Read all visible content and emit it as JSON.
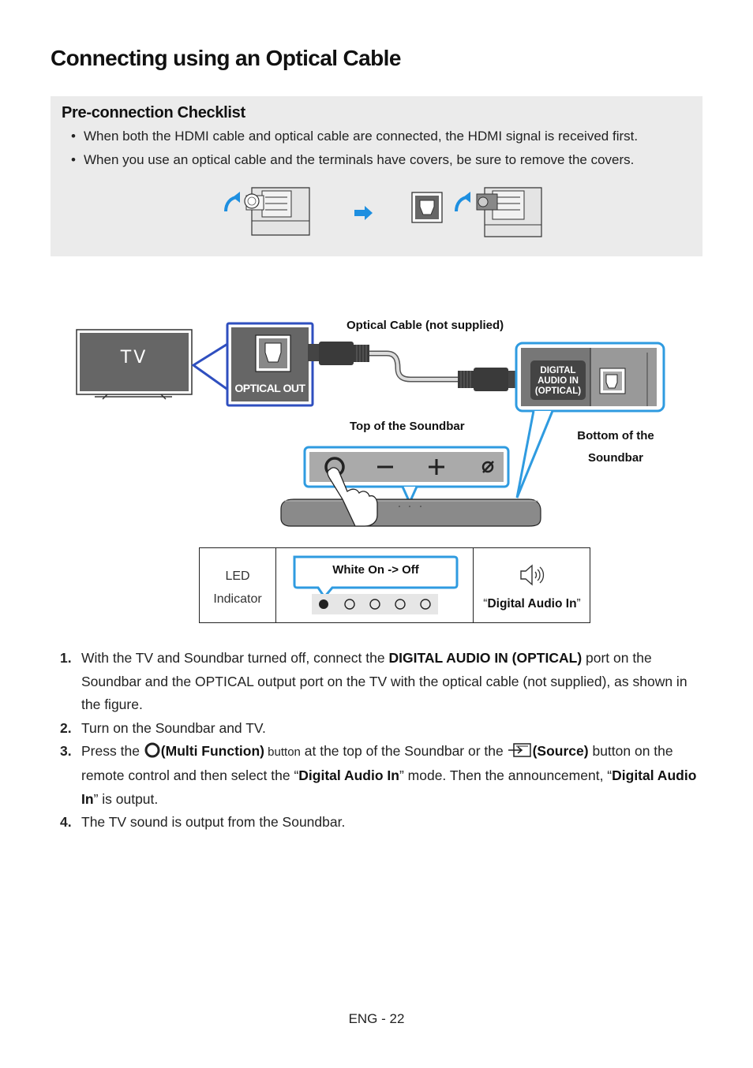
{
  "page": {
    "title": "Connecting using an Optical Cable",
    "footer": "ENG - 22"
  },
  "checklist": {
    "title": "Pre-connection Checklist",
    "bullets": [
      "When both the HDMI cable and optical cable are connected, the HDMI signal is received first.",
      "When you use an optical cable and the terminals have covers, be sure to remove the covers."
    ]
  },
  "diagram": {
    "tv_label": "TV",
    "optical_out": "OPTICAL OUT",
    "cable_label": "Optical Cable (not supplied)",
    "port_label_lines": [
      "DIGITAL",
      "AUDIO IN",
      "(OPTICAL)"
    ],
    "top_label": "Top of the Soundbar",
    "bottom_label_lines": [
      "Bottom of the",
      "Soundbar"
    ]
  },
  "led_table": {
    "indicator_lines": [
      "LED",
      "Indicator"
    ],
    "status": "White On -> Off",
    "announce_open": "“",
    "announce": "Digital Audio In",
    "announce_close": "”"
  },
  "steps": [
    {
      "num": "1.",
      "pre": "With the TV and Soundbar turned off, connect the ",
      "bold": "DIGITAL AUDIO IN (OPTICAL)",
      "post": " port on the Soundbar and the OPTICAL output port on the TV with the optical cable (not supplied), as shown in the figure."
    },
    {
      "num": "2.",
      "text": "Turn on the Soundbar and TV."
    },
    {
      "num": "3.",
      "a": "Press the ",
      "b": "(Multi Function)",
      "c": " button",
      "d": " at the top of the Soundbar or the ",
      "e": "(Source)",
      "f": " button on the remote control and then select the “",
      "g": "Digital Audio In",
      "h": "” mode. Then the announcement, “",
      "i": "Digital Audio In",
      "j": "” is output."
    },
    {
      "num": "4.",
      "text": "The TV sound is output from the Soundbar."
    }
  ],
  "colors": {
    "accent_blue": "#2f4fbf",
    "arrow_blue": "#1e8fe0",
    "panel_gray": "#ebebeb"
  },
  "icons": [
    "arrow-curve-left-icon",
    "arrow-right-icon",
    "multi-function-icon",
    "source-icon",
    "speaker-icon",
    "hand-press-icon"
  ]
}
